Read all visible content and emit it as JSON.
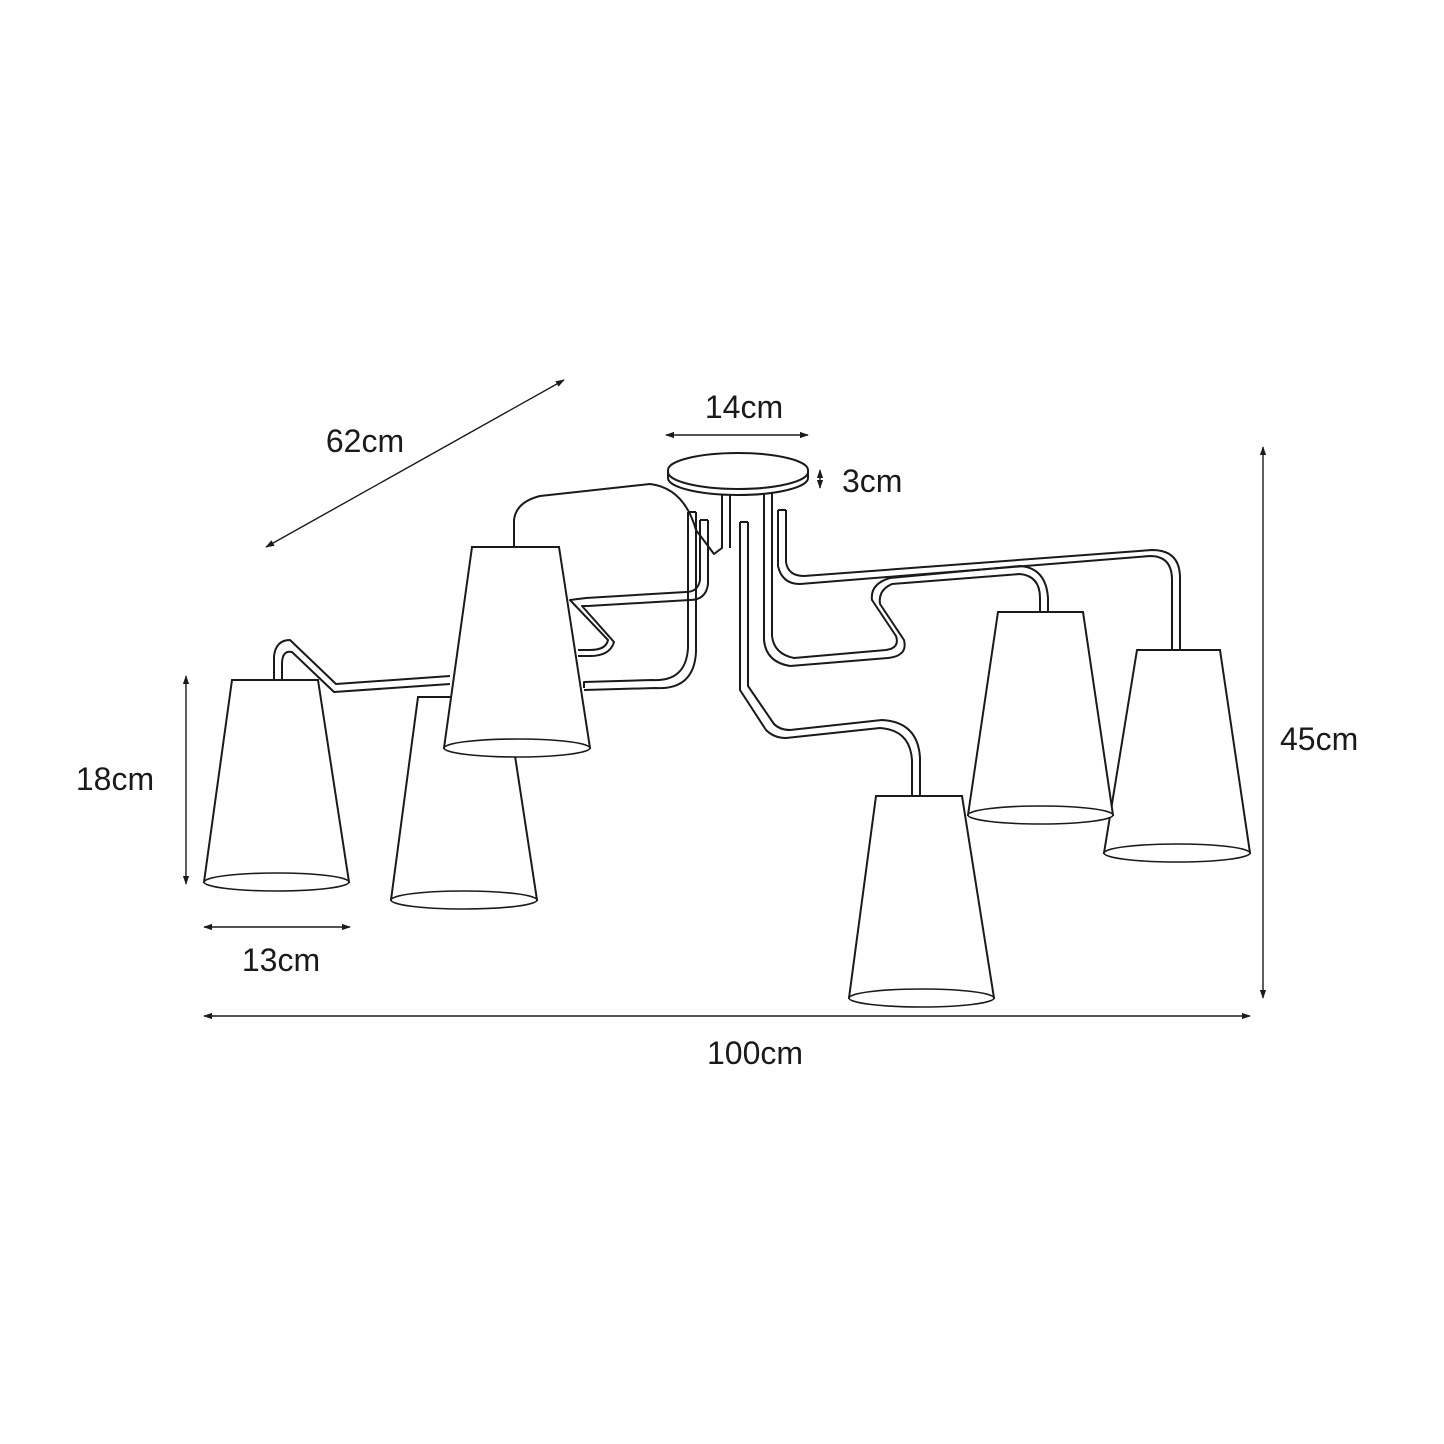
{
  "figure": {
    "type": "dimension-drawing",
    "subject": "ceiling-lamp",
    "shade_count": 6
  },
  "dimensions": {
    "depth": "62cm",
    "canopy_width": "14cm",
    "canopy_height": "3cm",
    "total_height": "45cm",
    "shade_height": "18cm",
    "shade_width": "13cm",
    "total_width": "100cm"
  }
}
